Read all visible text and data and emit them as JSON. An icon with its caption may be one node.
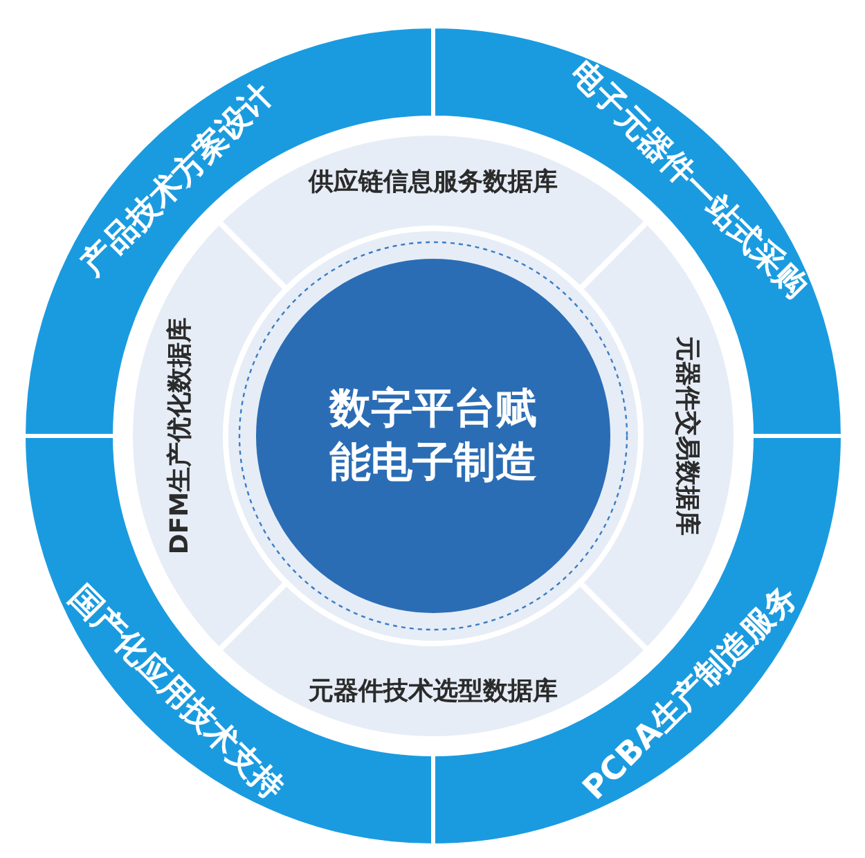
{
  "diagram": {
    "nodes": [
      {
        "text": [
          "产品技术方案设计"
        ]
      },
      {
        "text": [
          "电子元器件一站式采购"
        ]
      },
      {
        "text": [
          "国产化应用技术支持"
        ]
      },
      {
        "text": [
          "PCBA生产制造服务"
        ]
      },
      {
        "text": [
          "供应链信息服务数据库"
        ]
      },
      {
        "text": [
          "元器件交易数据库"
        ]
      },
      {
        "text": [
          "元器件技术选型数据库"
        ]
      },
      {
        "text": [
          "DFM生产优化数据库"
        ]
      },
      {
        "text": [
          "数字平台赋能电子制造"
        ]
      }
    ]
  }
}
